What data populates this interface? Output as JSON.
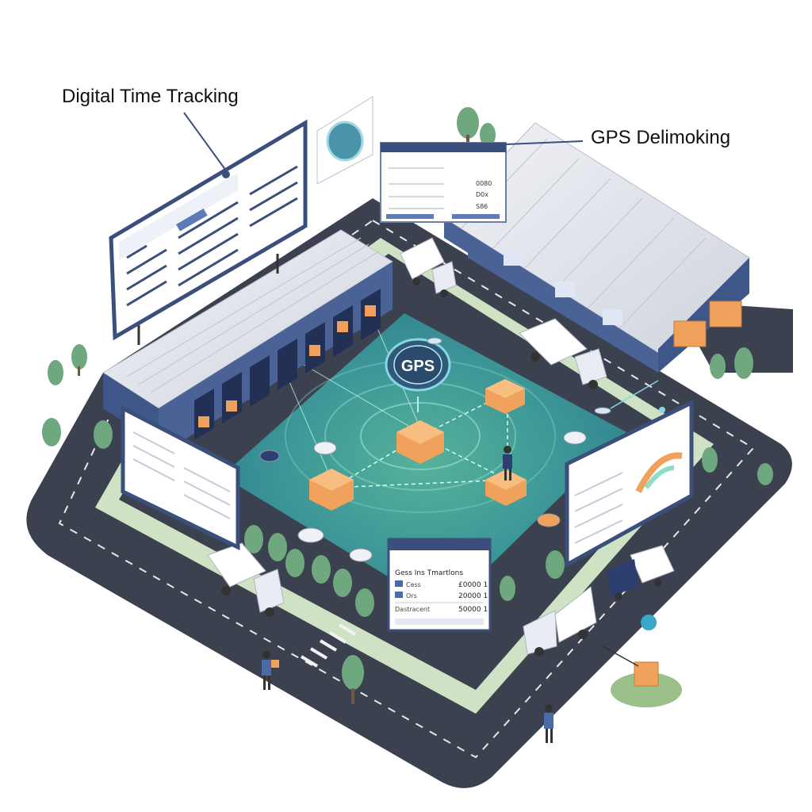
{
  "callouts": {
    "time_tracking": "Digital Time Tracking",
    "gps": "GPS Delimoking"
  },
  "gps_badge": "GPS",
  "bottom_panel": {
    "title": "Gess Ins Tmartlons",
    "rows": [
      {
        "label": "Cess",
        "value": "£0000 1"
      },
      {
        "label": "Ors",
        "value": "20000 1"
      },
      {
        "label": "Dastracent",
        "value": "50000 1"
      }
    ]
  },
  "top_panel": {
    "rows": [
      {
        "value": "0080"
      },
      {
        "value": "D0x"
      },
      {
        "value": "S86"
      }
    ]
  },
  "colors": {
    "road": "#3c4150",
    "yard": "#3f8f96",
    "panel_header": "#3b4f7c",
    "building_wall": "#4b6296",
    "roof": "#e7e9ef",
    "box": "#f0a25c",
    "grass": "#9cc08a",
    "tree": "#6fa77f"
  }
}
